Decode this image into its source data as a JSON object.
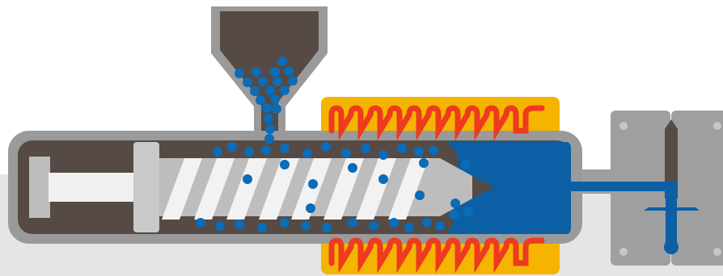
{
  "title": "",
  "colors": {
    "background": "#ffffff",
    "floor": "#e5e5e5",
    "barrel_casing": "#9a9a9a",
    "barrel_interior": "#554a44",
    "screw": "#bdbdbd",
    "screw_flight": "#f2f2f2",
    "heater_band": "#f5b400",
    "heater_coil": "#ee3a1e",
    "pellet": "#0b6cb8",
    "molten_plastic": "#0b5fa5",
    "mold_plate": "#9f9f9f",
    "mold_bolt": "#c6c6c6"
  },
  "components": [
    {
      "id": "hopper",
      "icon": "hopper-funnel"
    },
    {
      "id": "plastic-pellets",
      "icon": "pellet-dots"
    },
    {
      "id": "barrel",
      "icon": "barrel-cylinder"
    },
    {
      "id": "ram",
      "icon": "hydraulic-ram"
    },
    {
      "id": "reciprocating-screw",
      "icon": "screw-auger"
    },
    {
      "id": "heater-bands",
      "icon": "heating-coil"
    },
    {
      "id": "molten-plastic",
      "icon": "melt-pool"
    },
    {
      "id": "nozzle",
      "icon": "nozzle-channel"
    },
    {
      "id": "mold",
      "icon": "mold-block"
    },
    {
      "id": "mold-cavity",
      "icon": "cavity-shape"
    }
  ]
}
